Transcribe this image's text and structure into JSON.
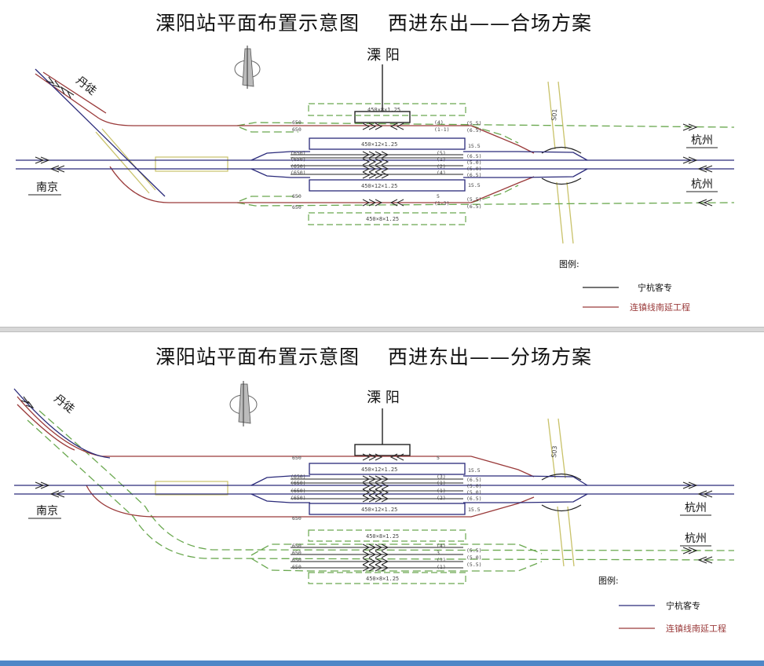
{
  "top": {
    "title_station": "溧阳站平面布置示意图",
    "title_scheme": "西进东出——合场方案",
    "station_name": "溧  阳",
    "dir_nanjing": "南京",
    "dir_hangzhou_1": "杭州",
    "dir_hangzhou_2": "杭州",
    "dir_danyang": "丹徒",
    "legend_title": "图例:",
    "legend_item_1": "宁杭客专",
    "legend_item_2": "连镇线南延工程",
    "platform_1": "450×8×1.25",
    "platform_2": "450×12×1.25",
    "platform_3": "450×12×1.25",
    "platform_4": "450×8×1.25",
    "road_label": "S01",
    "track_marks_left": [
      "650",
      "650",
      "(650)",
      "(650)",
      "(650)",
      "(650)",
      "650",
      "650"
    ],
    "track_marks_right": [
      "(4)",
      "(1-1)",
      "(5)",
      "(1)",
      "(2)",
      "(4)",
      "5",
      "(1-3)"
    ],
    "distance_marks": [
      "(5.5)",
      "(6.5)",
      "15.5",
      "(6.5)",
      "(5.0)",
      "(5.0)",
      "(6.5)",
      "15.5",
      "(5.5)",
      "(6.5)"
    ]
  },
  "bottom": {
    "title_station": "溧阳站平面布置示意图",
    "title_scheme": "西进东出——分场方案",
    "station_name": "溧  阳",
    "dir_nanjing": "南京",
    "dir_hangzhou_1": "杭州",
    "dir_hangzhou_2": "杭州",
    "dir_danyang": "丹徒",
    "legend_title": "图例:",
    "legend_item_1": "宁杭客专",
    "legend_item_2": "连镇线南延工程",
    "platform_1": "450×12×1.25",
    "platform_2": "450×12×1.25",
    "platform_3": "450×8×1.25",
    "platform_4": "450×8×1.25",
    "road_label": "S03",
    "track_marks_left": [
      "650",
      "(650)",
      "(650)",
      "(650)",
      "(650)",
      "650",
      "650",
      "650",
      "650",
      "650"
    ],
    "track_marks_right": [
      "5",
      "(3)",
      "(1)",
      "(1)",
      "(2)",
      "(4)",
      "3",
      "(1)",
      "(1)",
      "(4)"
    ],
    "distance_marks": [
      "15.5",
      "(6.5)",
      "(5.0)",
      "(5.0)",
      "(6.5)",
      "15.5",
      "(5.5)",
      "(5.0)",
      "(5.5)"
    ]
  },
  "colors": {
    "nanhang_line": "#2a2a7a",
    "extension_line": "#9a3a3a",
    "green_dashed": "#6aa84f",
    "road": "#c9c26a",
    "dark": "#222222"
  }
}
